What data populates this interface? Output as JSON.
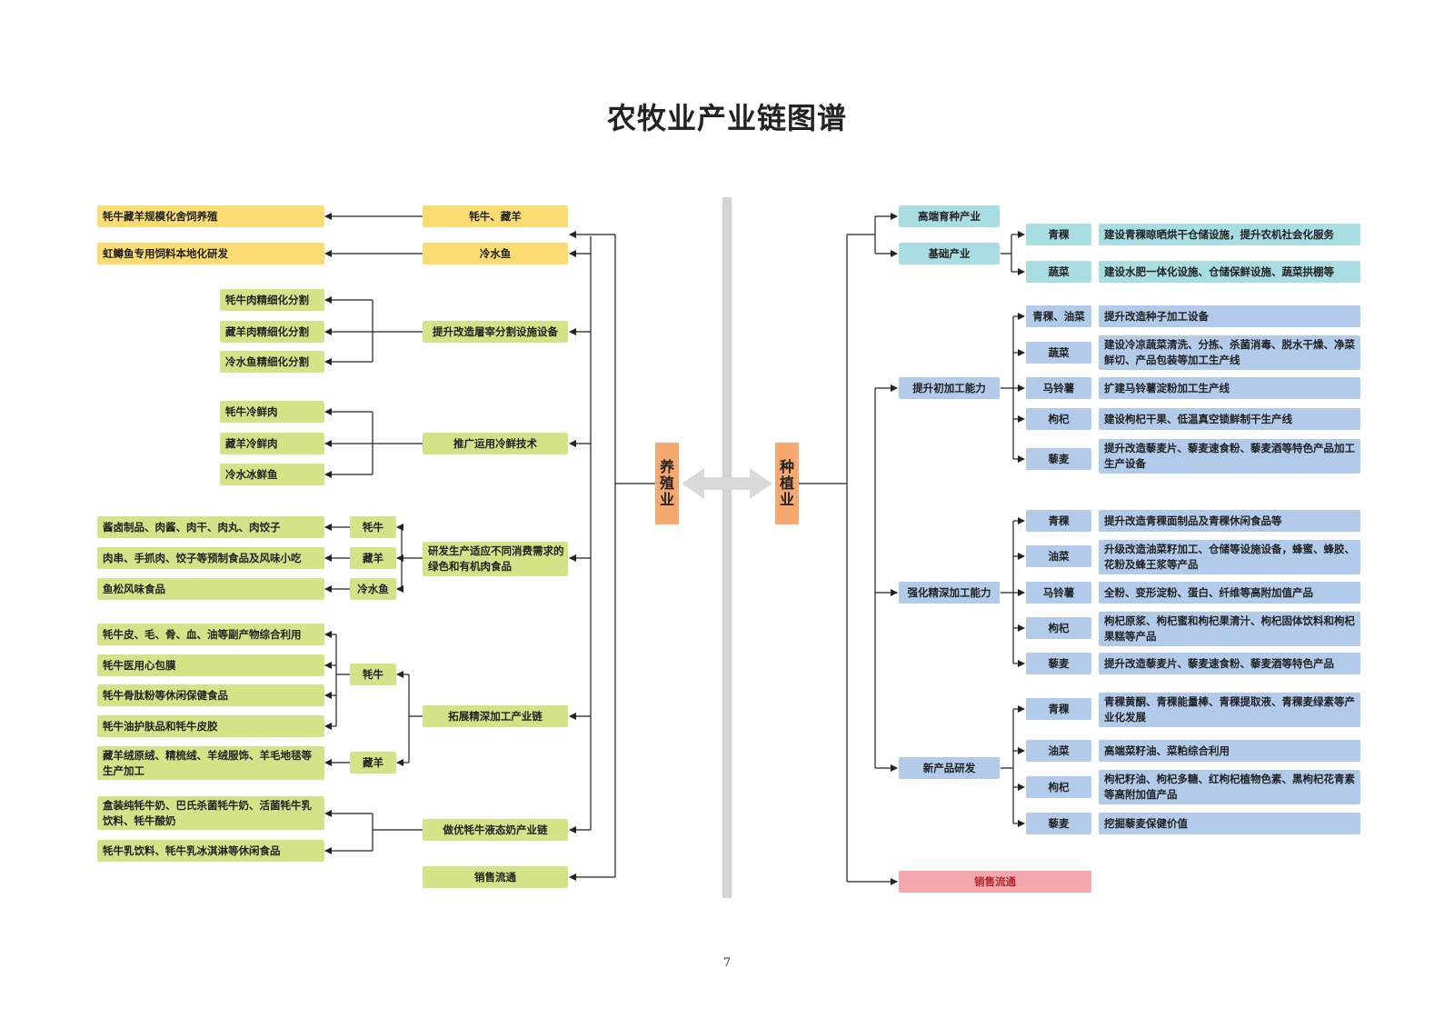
{
  "title": "农牧业产业链图谱",
  "page_number": "7",
  "center": {
    "left_label": "养殖业",
    "right_label": "种植业"
  },
  "colors": {
    "yellow": "#fbdc72",
    "green": "#d4e387",
    "cyan": "#a8dde2",
    "blue": "#b3cbea",
    "pink": "#f5a7ad",
    "orange": "#f7a770"
  },
  "left": {
    "mid": {
      "yak_sheep": "牦牛、藏羊",
      "fish": "冷水鱼",
      "slaughter": "提升改造屠宰分割设施设备",
      "coldchain": "推广运用冷鲜技术",
      "develop": "研发生产适应不同消费需求的绿色和有机肉食品",
      "deep": "拓展精深加工产业链",
      "milk": "做优牦牛液态奶产业链",
      "sales": "销售流通"
    },
    "breed": {
      "yak_sheep": "牦牛藏羊规模化舍饲养殖",
      "fish": "虹鳟鱼专用饲料本地化研发"
    },
    "slaughter_items": [
      "牦牛肉精细化分割",
      "藏羊肉精细化分割",
      "冷水鱼精细化分割"
    ],
    "cold_items": [
      "牦牛冷鲜肉",
      "藏羊冷鲜肉",
      "冷水冰鲜鱼"
    ],
    "develop_sub": [
      "牦牛",
      "藏羊",
      "冷水鱼"
    ],
    "develop_items": [
      "酱卤制品、肉酱、肉干、肉丸、肉饺子",
      "肉串、手抓肉、饺子等预制食品及风味小吃",
      "鱼松风味食品"
    ],
    "deep_sub": [
      "牦牛",
      "藏羊"
    ],
    "deep_yak_items": [
      "牦牛皮、毛、骨、血、油等副产物综合利用",
      "牦牛医用心包膜",
      "牦牛骨肽粉等休闲保健食品",
      "牦牛油护肤品和牦牛皮胶"
    ],
    "deep_sheep_item": "藏羊绒原绒、精梳绒、羊绒服饰、羊毛地毯等生产加工",
    "milk_items": [
      "盒装纯牦牛奶、巴氏杀菌牦牛奶、活菌牦牛乳饮料、牦牛酸奶",
      "牦牛乳饮料、牦牛乳冰淇淋等休闲食品"
    ]
  },
  "right": {
    "breeding": "高端育种产业",
    "base": {
      "label": "基础产业",
      "items": [
        {
          "crop": "青稞",
          "desc": "建设青稞晾晒烘干仓储设施，提升农机社会化服务"
        },
        {
          "crop": "蔬菜",
          "desc": "建设水肥一体化设施、仓储保鲜设施、蔬菜拱棚等"
        }
      ]
    },
    "primary": {
      "label": "提升初加工能力",
      "items": [
        {
          "crop": "青稞、油菜",
          "desc": "提升改造种子加工设备"
        },
        {
          "crop": "蔬菜",
          "desc": "建设冷凉蔬菜清洗、分拣、杀菌消毒、脱水干燥、净菜鲜切、产品包装等加工生产线"
        },
        {
          "crop": "马铃薯",
          "desc": "扩建马铃薯淀粉加工生产线"
        },
        {
          "crop": "枸杞",
          "desc": "建设枸杞干果、低温真空锁鲜制干生产线"
        },
        {
          "crop": "藜麦",
          "desc": "提升改造藜麦片、藜麦速食粉、藜麦酒等特色产品加工生产设备"
        }
      ]
    },
    "deep": {
      "label": "强化精深加工能力",
      "items": [
        {
          "crop": "青稞",
          "desc": "提升改造青稞面制品及青稞休闲食品等"
        },
        {
          "crop": "油菜",
          "desc": "升级改造油菜籽加工、仓储等设施设备，蜂蜜、蜂胶、花粉及蜂王浆等产品"
        },
        {
          "crop": "马铃薯",
          "desc": "全粉、变形淀粉、蛋白、纤维等高附加值产品"
        },
        {
          "crop": "枸杞",
          "desc": "枸杞原浆、枸杞蜜和枸杞果清汁、枸杞固体饮料和枸杞果糕等产品"
        },
        {
          "crop": "藜麦",
          "desc": "提升改造藜麦片、藜麦速食粉、藜麦酒等特色产品"
        }
      ]
    },
    "newprod": {
      "label": "新产品研发",
      "items": [
        {
          "crop": "青稞",
          "desc": "青稞黄酮、青稞能量棒、青稞提取液、青稞麦绿素等产业化发展"
        },
        {
          "crop": "油菜",
          "desc": "高端菜籽油、菜粕综合利用"
        },
        {
          "crop": "枸杞",
          "desc": "枸杞籽油、枸杞多糖、红枸杞植物色素、黑枸杞花青素等高附加值产品"
        },
        {
          "crop": "藜麦",
          "desc": "挖掘藜麦保健价值"
        }
      ]
    },
    "sales": "销售流通"
  }
}
